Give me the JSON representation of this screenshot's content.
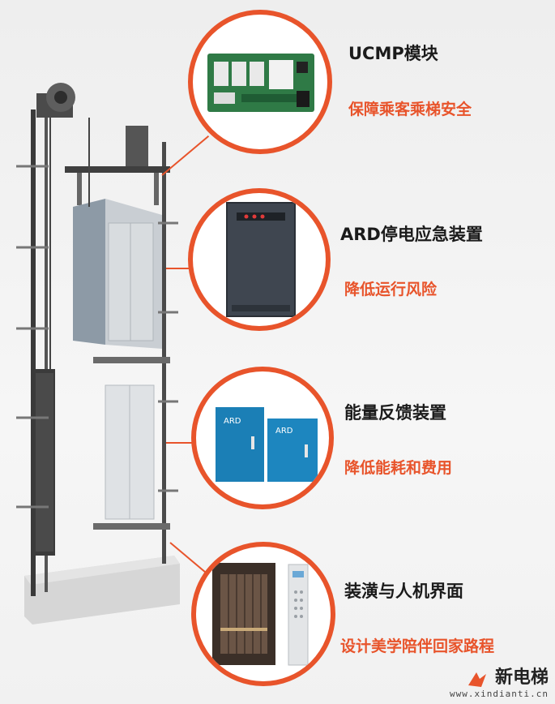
{
  "features": [
    {
      "title": "UCMP模块",
      "desc": "保障乘客乘梯安全",
      "image": "ucmp-board"
    },
    {
      "title": "ARD停电应急装置",
      "desc": "降低运行风险",
      "image": "ard-cabinet"
    },
    {
      "title": "能量反馈装置",
      "desc": "降低能耗和费用",
      "image": "energy-feedback-boxes"
    },
    {
      "title": "装潢与人机界面",
      "desc": "设计美学陪伴回家路程",
      "image": "elevator-car-interior"
    }
  ],
  "device_labels": {
    "ard_box_1": "ARD",
    "ard_box_2": "ARD"
  },
  "brand": {
    "name": "新电梯",
    "url": "www.xindianti.cn"
  },
  "colors": {
    "accent": "#e8542b",
    "title": "#1b1b1b",
    "background": "#f2f2f2"
  }
}
